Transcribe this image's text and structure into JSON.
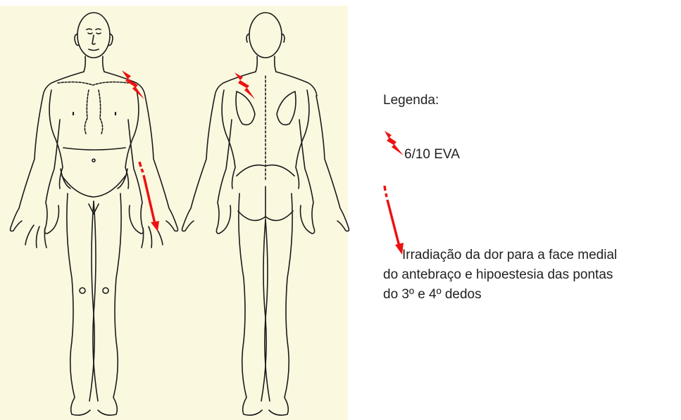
{
  "colors": {
    "background_panel": "#fbf8e0",
    "outline": "#1a1a1a",
    "marker": "#ee1111",
    "text": "#222222"
  },
  "figure": {
    "views": [
      "front-view-body",
      "back-view-body"
    ]
  },
  "legend": {
    "title": "Legenda:",
    "items": [
      {
        "icon": "lightning-bolt-icon",
        "label": "6/10 EVA"
      },
      {
        "icon": "dashed-arrow-icon",
        "label_line1": "Irradiação da dor para a face medial",
        "label_line2": "do antebraço e hipoestesia das pontas",
        "label_line3": "do 3º e 4º dedos"
      }
    ]
  }
}
